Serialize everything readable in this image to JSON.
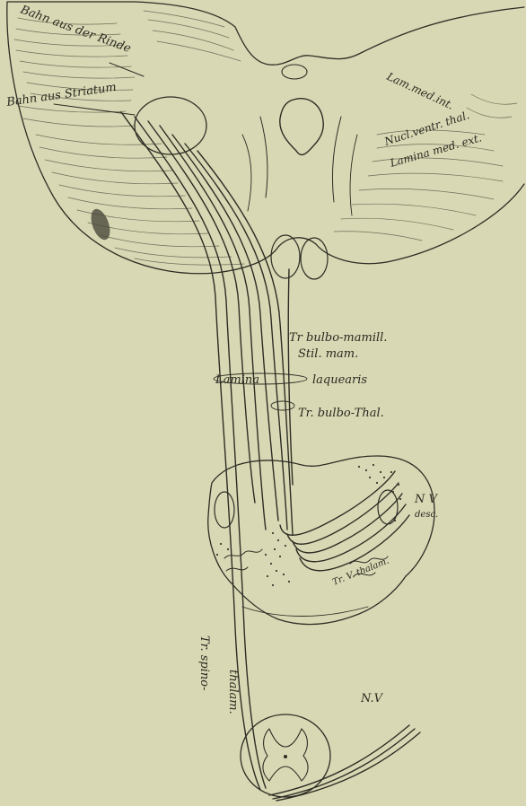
{
  "labels": {
    "bahn_rinde": "Bahn aus der Rinde",
    "bahn_striatum": "Bahn aus Striatum",
    "lam_med_int": "Lam.med.int.",
    "nucl_ventr_thal": "Nucl.ventr. thal.",
    "lamina_med_ext": "Lamina med. ext.",
    "tr_bulbo_mamill": "Tr bulbo-mamill.",
    "stil_mam": "Stil. mam.",
    "lamina_laquearis_a": "Lamina",
    "lamina_laquearis_b": "laquearis",
    "tr_bulbo_thal": "Tr. bulbo-Thal.",
    "nv_desc_a": "N V",
    "nv_desc_b": "desc.",
    "tr_v_thalam": "Tr. V. thalam.",
    "tr_spino_thalam_a": "Tr. spino-",
    "tr_spino_thalam_b": "thalam.",
    "nv": "N.V"
  },
  "colors": {
    "paper": "#d9d8b4",
    "ink": "#2d2d25"
  }
}
